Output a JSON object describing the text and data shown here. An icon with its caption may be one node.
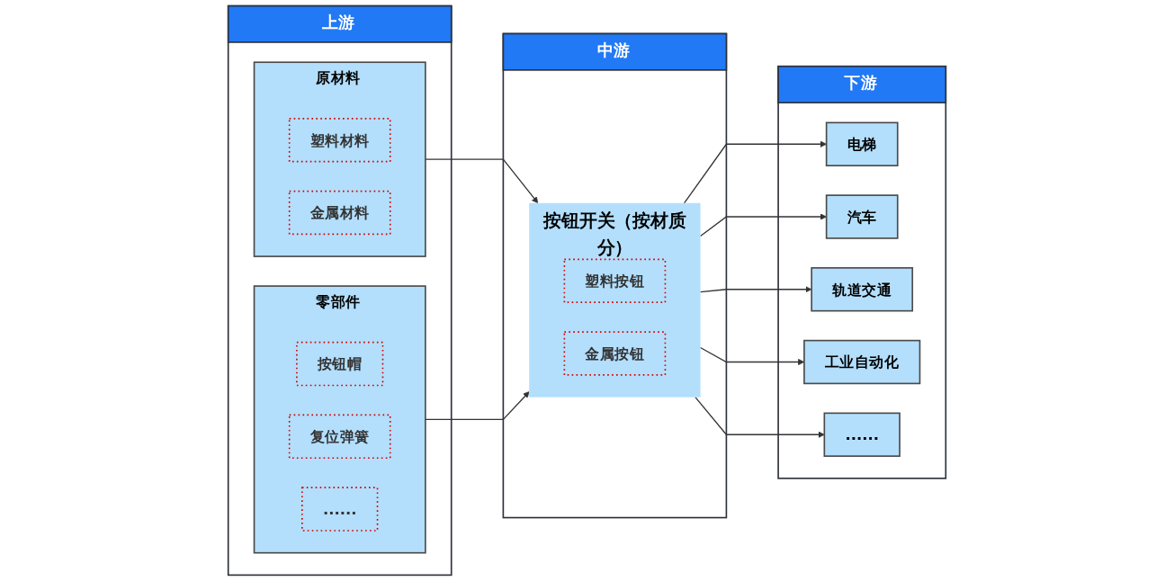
{
  "diagram": {
    "nodes": [
      {
        "text": [
          "上游"
        ]
      },
      {
        "text": [
          "原材料"
        ],
        "in": 0
      },
      {
        "text": [
          "塑料材料"
        ],
        "in": 1
      },
      {
        "text": [
          "金属材料"
        ],
        "in": 1
      },
      {
        "text": [
          "零部件"
        ],
        "in": 0
      },
      {
        "text": [
          "按钮帽"
        ],
        "in": 4
      },
      {
        "text": [
          "复位弹簧"
        ],
        "in": 4
      },
      {
        "text": [
          "......"
        ],
        "in": 4
      },
      {
        "text": [
          "中游"
        ]
      },
      {
        "text": [
          "按钮开关（按材质分）"
        ],
        "in": 8
      },
      {
        "text": [
          "塑料按钮"
        ],
        "in": 9
      },
      {
        "text": [
          "金属按钮"
        ],
        "in": 9
      },
      {
        "text": [
          "下游"
        ]
      },
      {
        "text": [
          "电梯"
        ],
        "in": 12
      },
      {
        "text": [
          "汽车"
        ],
        "in": 12
      },
      {
        "text": [
          "轨道交通"
        ],
        "in": 12
      },
      {
        "text": [
          "工业自动化"
        ],
        "in": 12
      },
      {
        "text": [
          "......"
        ],
        "in": 12
      }
    ],
    "edges": [
      {
        "from": 1,
        "to": 9,
        "arrow": "to"
      },
      {
        "from": 4,
        "to": 9,
        "arrow": "to"
      },
      {
        "from": 9,
        "to": 13,
        "arrow": "to"
      },
      {
        "from": 9,
        "to": 14,
        "arrow": "to"
      },
      {
        "from": 9,
        "to": 15,
        "arrow": "to"
      },
      {
        "from": 9,
        "to": 16,
        "arrow": "to"
      },
      {
        "from": 9,
        "to": 17,
        "arrow": "to"
      }
    ]
  }
}
